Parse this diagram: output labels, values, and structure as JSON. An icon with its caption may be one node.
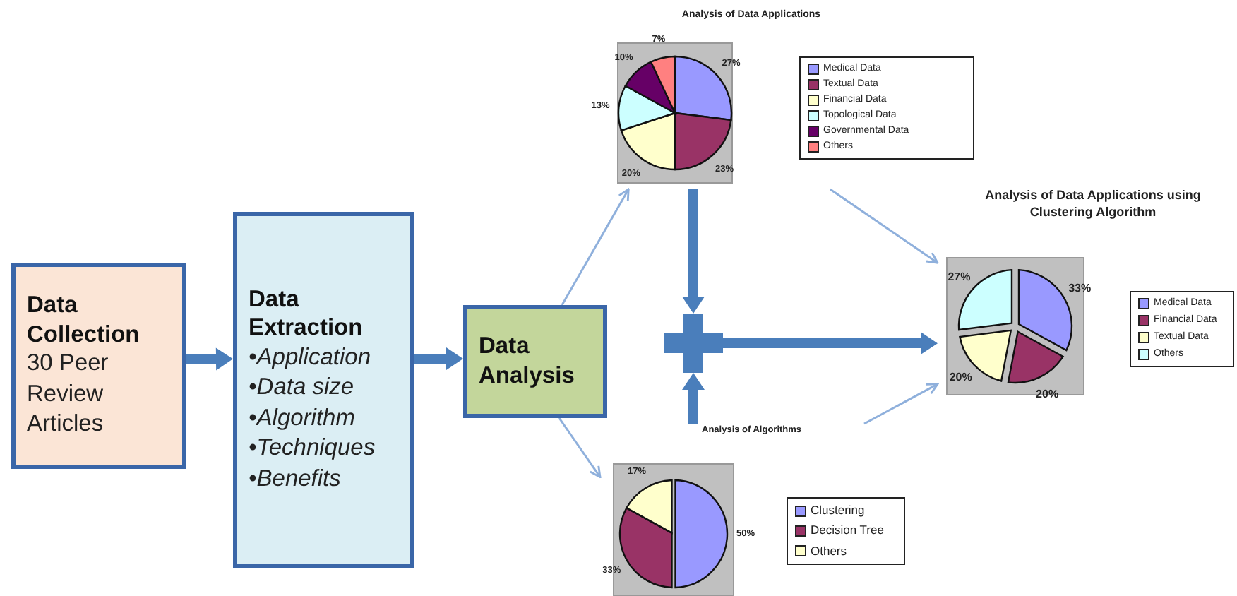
{
  "diagram": {
    "nodes": [
      {
        "text": [
          "Data Collection",
          "30 Peer Review Articles"
        ]
      },
      {
        "text": [
          "Data Extraction",
          "•Application",
          "•Data size",
          "•Algorithm",
          "•Techniques",
          "•Benefits"
        ]
      },
      {
        "text": [
          "Data Analysis"
        ]
      },
      {
        "text": [],
        "shape": "picture"
      },
      {
        "text": [],
        "shape": "cross"
      },
      {
        "text": [],
        "shape": "picture"
      },
      {
        "text": [],
        "shape": "picture"
      }
    ],
    "edges": [
      {
        "from": 0,
        "to": 1,
        "arrow": "to",
        "style": "thick"
      },
      {
        "from": 1,
        "to": 2,
        "arrow": "to",
        "style": "thick"
      },
      {
        "from": 2,
        "to": 3,
        "arrow": "to",
        "color": "#8fb0dc"
      },
      {
        "from": 2,
        "to": 5,
        "arrow": "to",
        "color": "#8fb0dc"
      },
      {
        "from": 3,
        "to": 6,
        "arrow": "to",
        "color": "#8fb0dc"
      },
      {
        "from": 5,
        "to": 6,
        "arrow": "to",
        "color": "#8fb0dc"
      },
      {
        "from": 3,
        "to": 4,
        "arrow": "to",
        "style": "thick"
      },
      {
        "from": 5,
        "to": 4,
        "arrow": "to",
        "style": "thick"
      },
      {
        "from": 4,
        "to": 6,
        "arrow": "to",
        "style": "thick"
      }
    ],
    "chart_data": [
      {
        "type": "pie",
        "title": "Analysis of Data Applications",
        "categories": [
          "Medical Data",
          "Textual Data",
          "Financial Data",
          "Topological Data",
          "Governmental Data",
          "Others"
        ],
        "values": [
          27,
          23,
          20,
          13,
          10,
          7
        ],
        "value_labels": [
          "27%",
          "23%",
          "20%",
          "13%",
          "10%",
          "7%"
        ],
        "legend": "right"
      },
      {
        "type": "pie",
        "title": "Analysis of Algorithms",
        "categories": [
          "Clustering",
          "Decision Tree",
          "Others"
        ],
        "values": [
          50,
          33,
          17
        ],
        "value_labels": [
          "50%",
          "33%",
          "17%"
        ],
        "legend": "right"
      },
      {
        "type": "pie",
        "title": "Analysis of Data Applications using Clustering Algorithm",
        "categories": [
          "Medical Data",
          "Financial Data",
          "Textual Data",
          "Others"
        ],
        "values": [
          33,
          20,
          20,
          27
        ],
        "value_labels": [
          "33%",
          "20%",
          "20%",
          "27%"
        ],
        "legend": "right"
      }
    ]
  }
}
